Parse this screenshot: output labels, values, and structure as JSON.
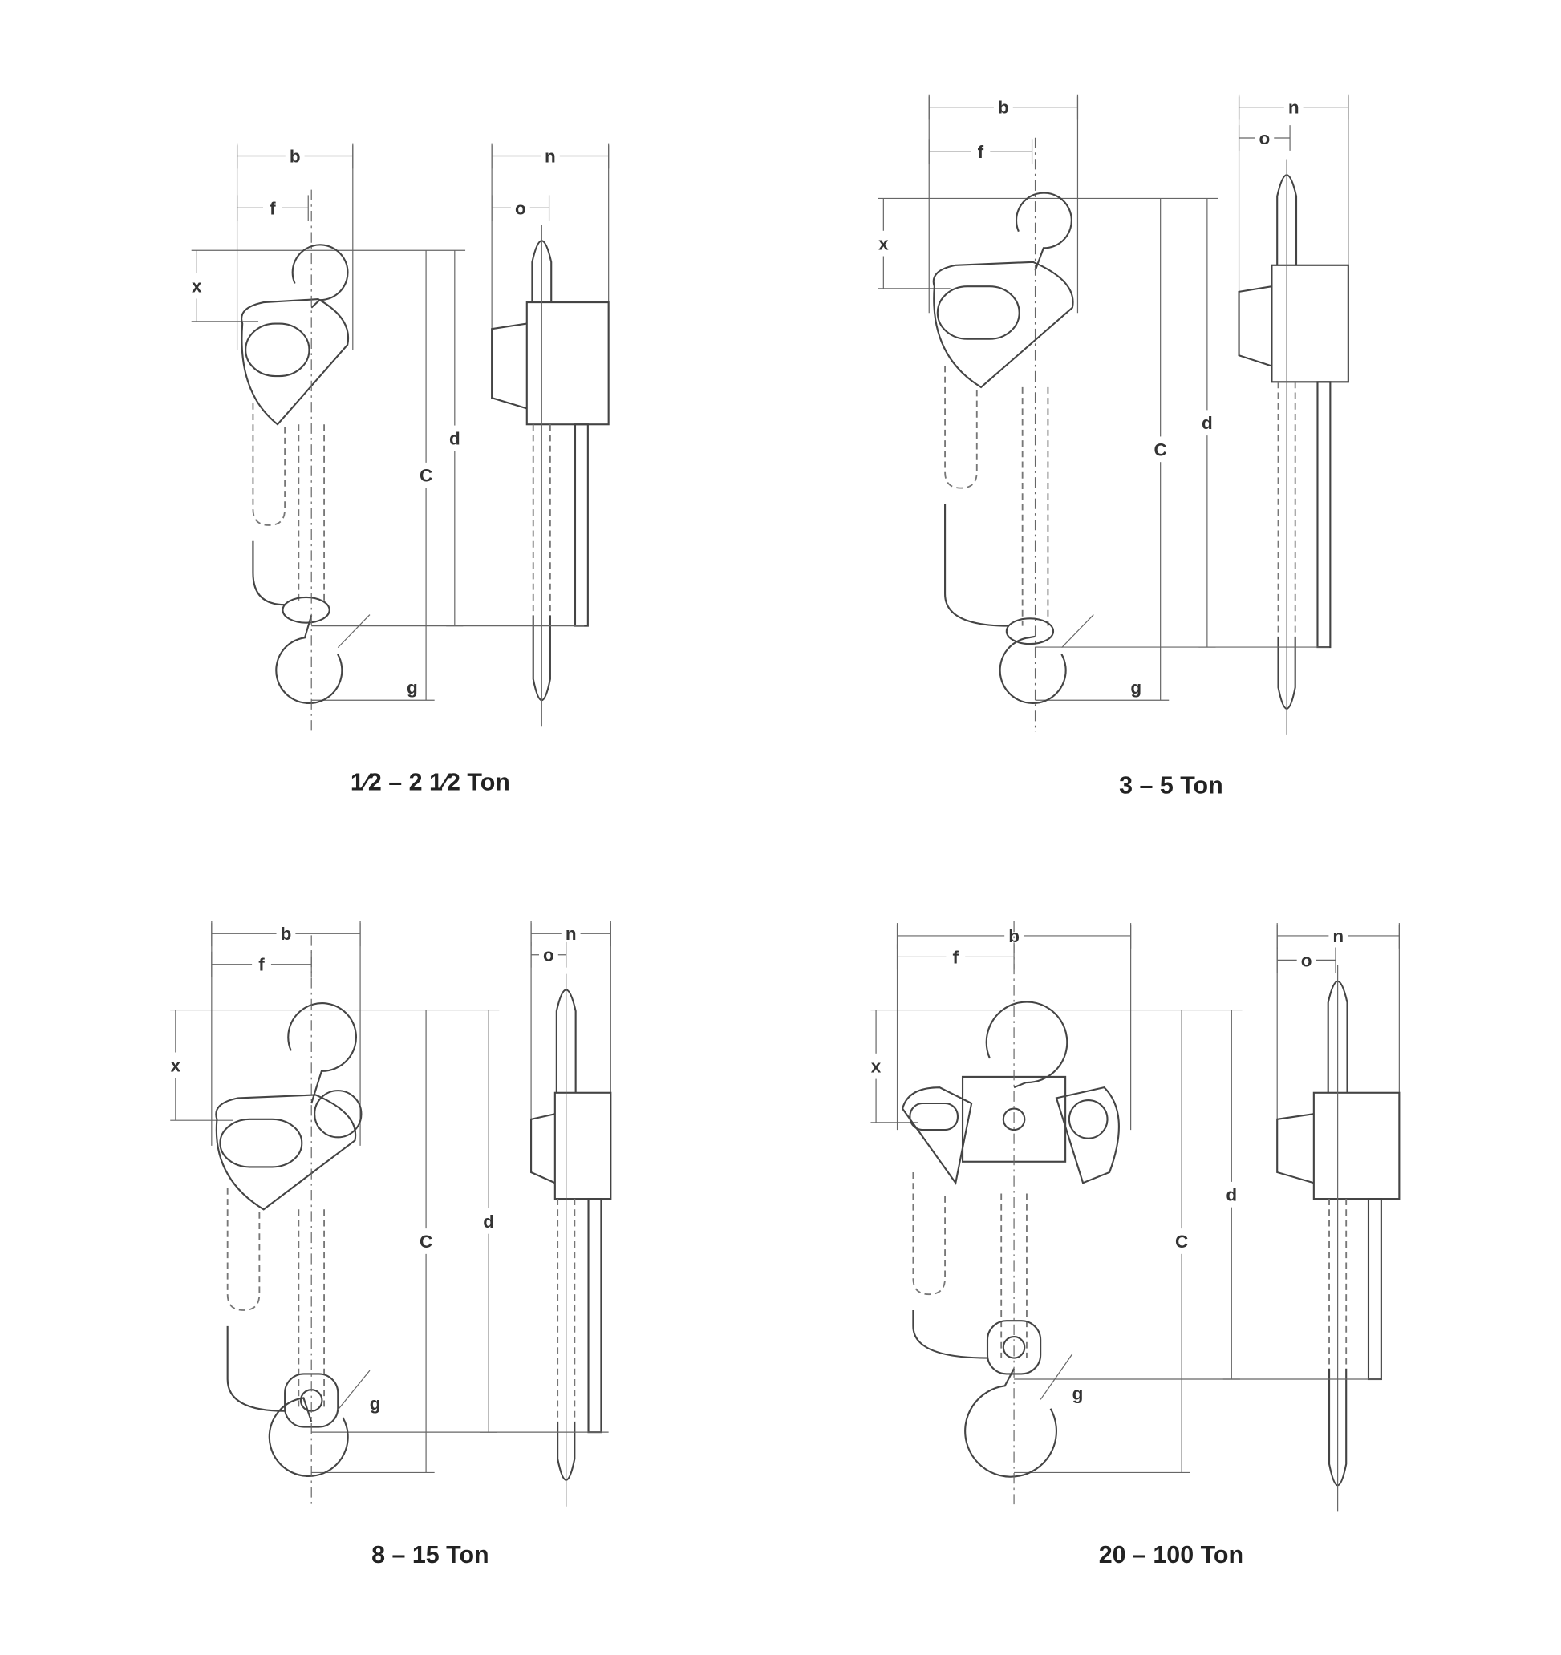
{
  "panels": [
    {
      "caption": "1⁄2 – 2 1⁄2 Ton",
      "labels": {
        "b": "b",
        "f": "f",
        "x": "x",
        "C": "C",
        "d": "d",
        "g": "g",
        "n": "n",
        "o": "o"
      }
    },
    {
      "caption": "3 – 5 Ton",
      "labels": {
        "b": "b",
        "f": "f",
        "x": "x",
        "C": "C",
        "d": "d",
        "g": "g",
        "n": "n",
        "o": "o"
      }
    },
    {
      "caption": "8 – 15 Ton",
      "labels": {
        "b": "b",
        "f": "f",
        "x": "x",
        "C": "C",
        "d": "d",
        "g": "g",
        "n": "n",
        "o": "o"
      }
    },
    {
      "caption": "20 – 100 Ton",
      "labels": {
        "b": "b",
        "f": "f",
        "x": "x",
        "C": "C",
        "d": "d",
        "g": "g",
        "n": "n",
        "o": "o"
      }
    }
  ]
}
